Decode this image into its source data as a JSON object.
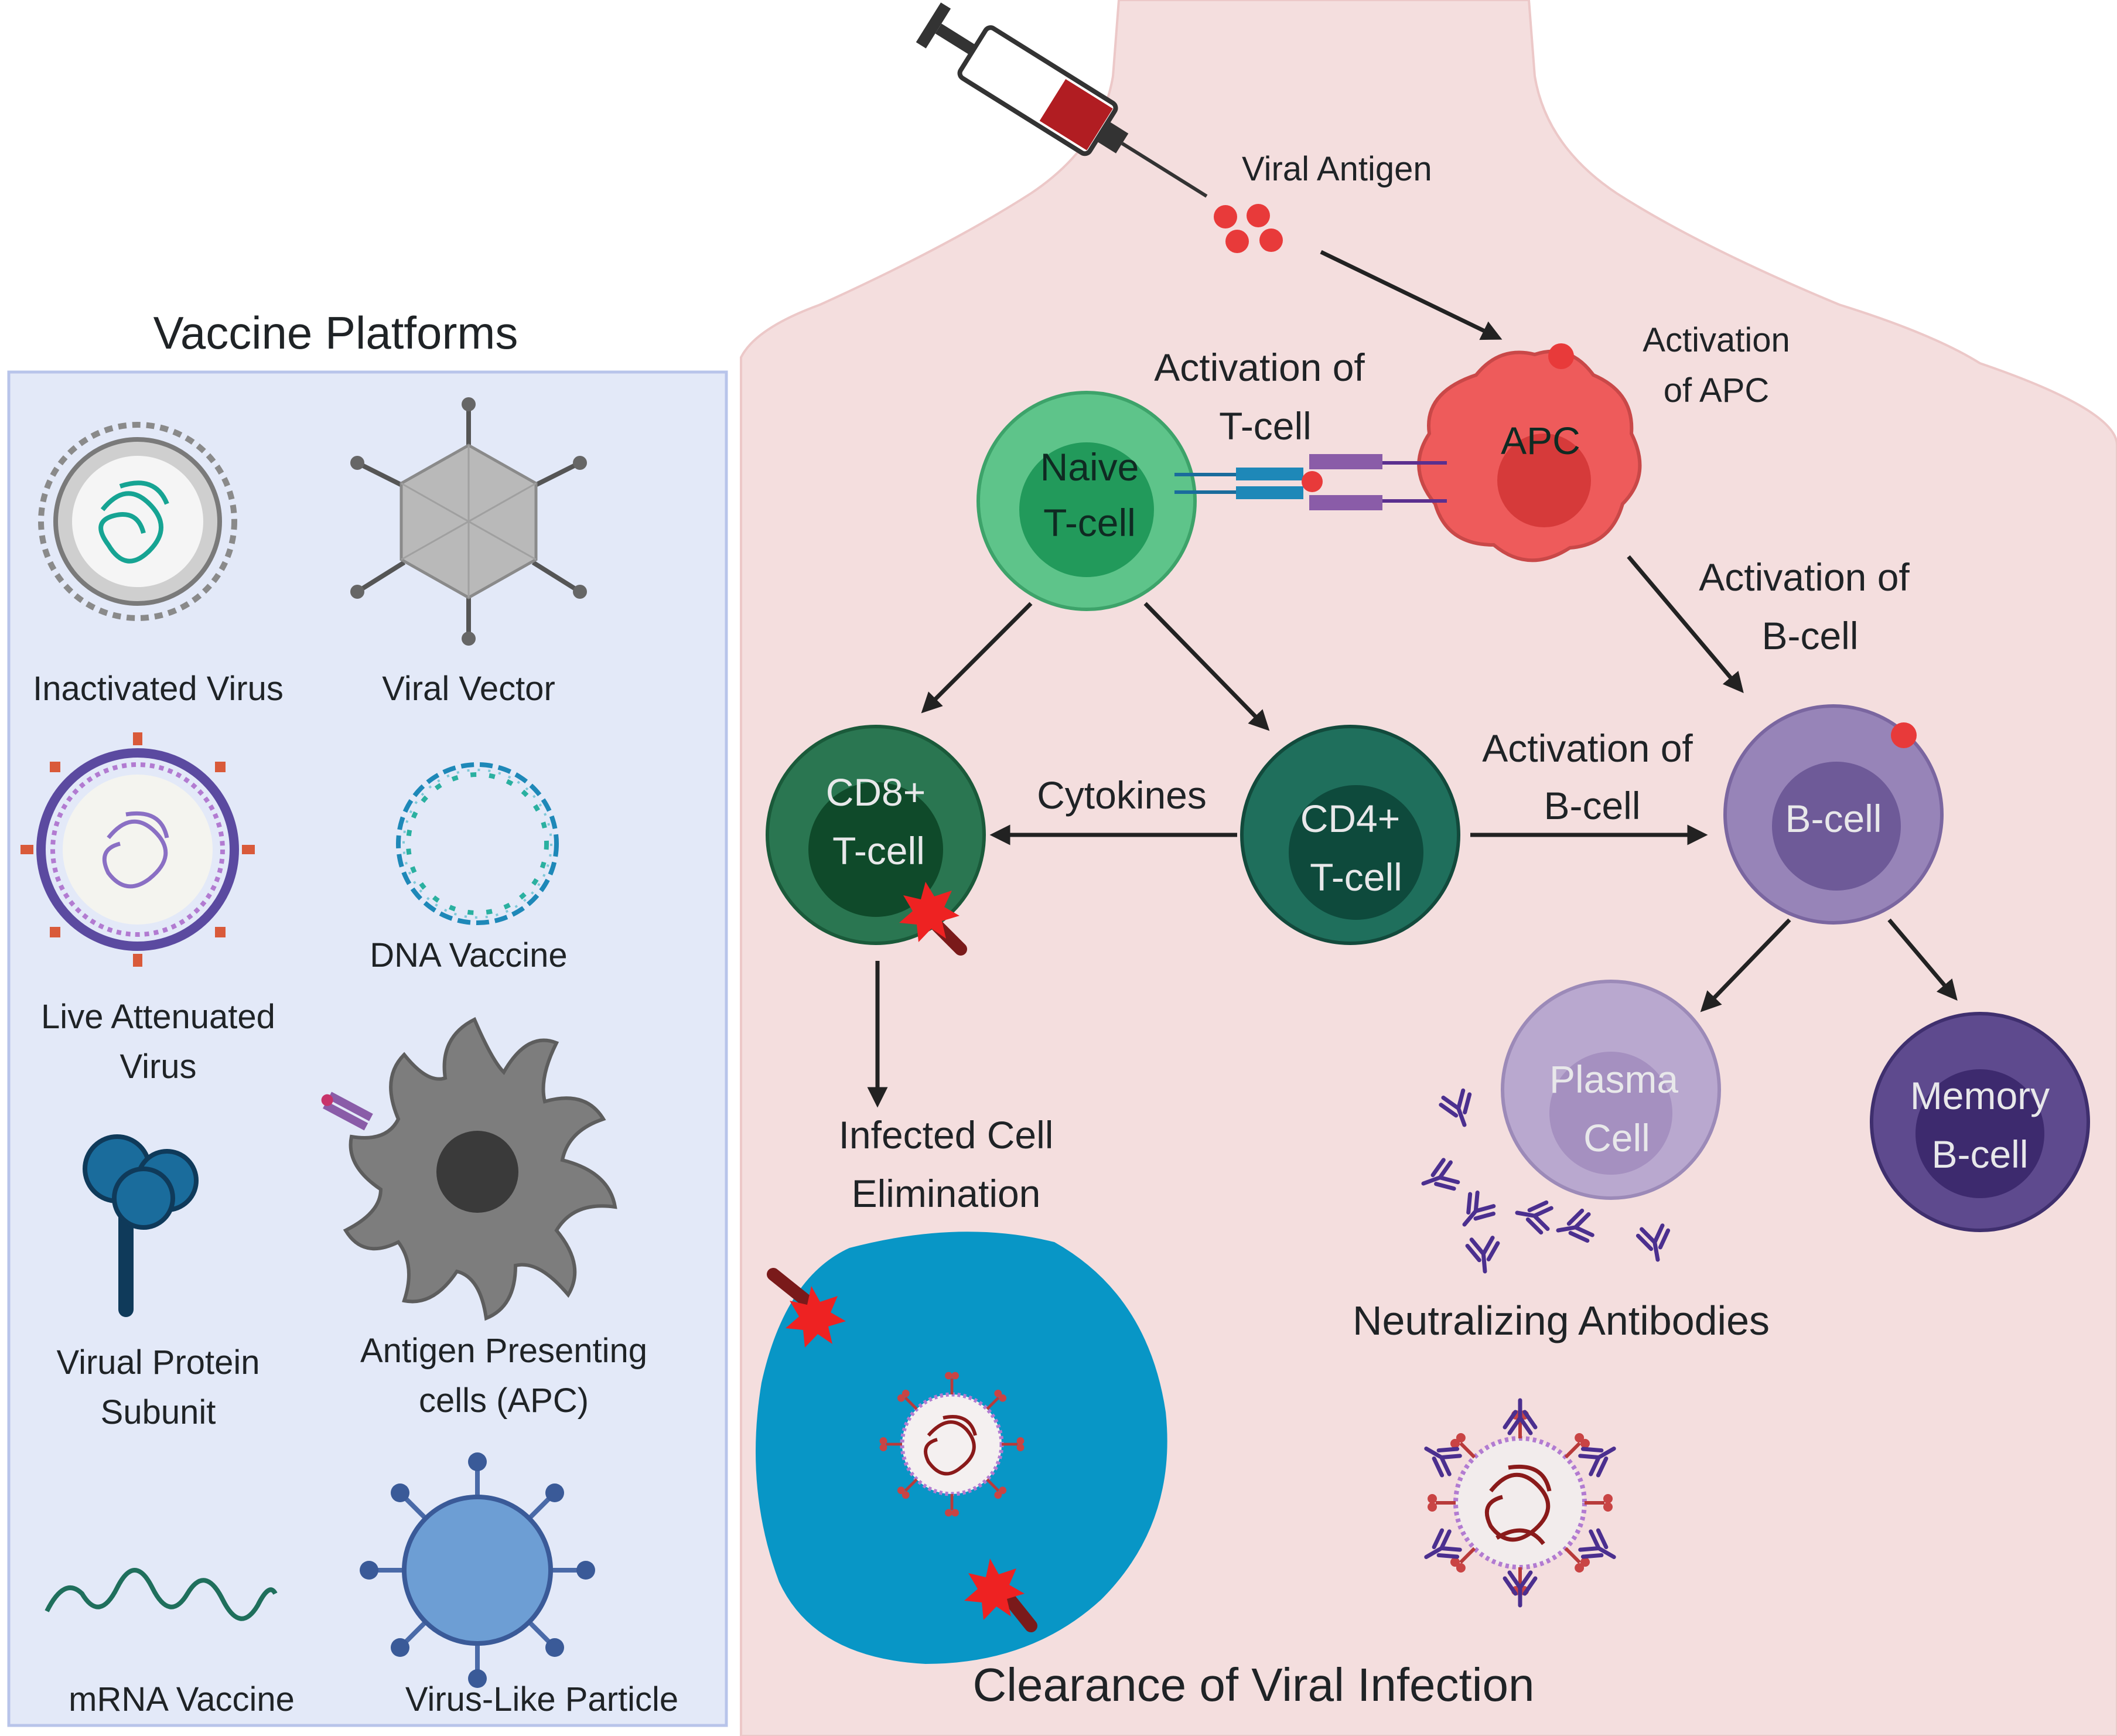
{
  "panel": {
    "title": "Vaccine Platforms",
    "platforms": [
      {
        "label": "Inactivated Virus",
        "icon": "inactivated-virus-icon"
      },
      {
        "label": "Viral Vector",
        "icon": "viral-vector-icon"
      },
      {
        "label": "Live Attenuated",
        "label2": "Virus",
        "icon": "live-attenuated-virus-icon"
      },
      {
        "label": "DNA Vaccine",
        "icon": "dna-vaccine-icon"
      },
      {
        "label": "Virual Protein",
        "label2": "Subunit",
        "icon": "protein-subunit-icon"
      },
      {
        "label": "Antigen Presenting",
        "label2": "cells (APC)",
        "icon": "apc-platform-icon"
      },
      {
        "label": "mRNA Vaccine",
        "icon": "mrna-icon"
      },
      {
        "label": "Virus-Like Particle",
        "icon": "virus-like-particle-icon"
      }
    ]
  },
  "pathway": {
    "viral_antigen": "Viral  Antigen",
    "activation_apc": [
      "Activation",
      "of APC"
    ],
    "activation_tcell": [
      "Activation of",
      "T-cell"
    ],
    "activation_bcell_top": [
      "Activation of",
      "B-cell"
    ],
    "activation_bcell_mid": [
      "Activation of",
      "B-cell"
    ],
    "cytokines": "Cytokines",
    "infected_elimination": [
      "Infected Cell",
      "Elimination"
    ],
    "neutralizing": "Neutralizing Antibodies",
    "clearance": "Clearance of Viral Infection"
  },
  "cells": {
    "naive": [
      "Naive",
      "T-cell"
    ],
    "apc": "APC",
    "cd8": [
      "CD8+",
      "T-cell"
    ],
    "cd4": [
      "CD4+",
      "T-cell"
    ],
    "bcell": "B-cell",
    "plasma": [
      "Plasma",
      "Cell"
    ],
    "memory": [
      "Memory",
      "B-cell"
    ]
  },
  "colors": {
    "panel_bg": "#e3e9f8",
    "panel_border": "#b8c4ea",
    "body_bg": "#f4dede",
    "naive": "#5ec48a",
    "apc": "#ee5b5b",
    "cd8": "#2a7651",
    "cd4": "#1f6f5c",
    "bcell": "#9784b8",
    "plasma": "#b9a8cf",
    "memory": "#5e4a8e",
    "infected_cell": "#0896c6",
    "antigen_red": "#e83a3a",
    "antibody": "#4b2f8f"
  }
}
